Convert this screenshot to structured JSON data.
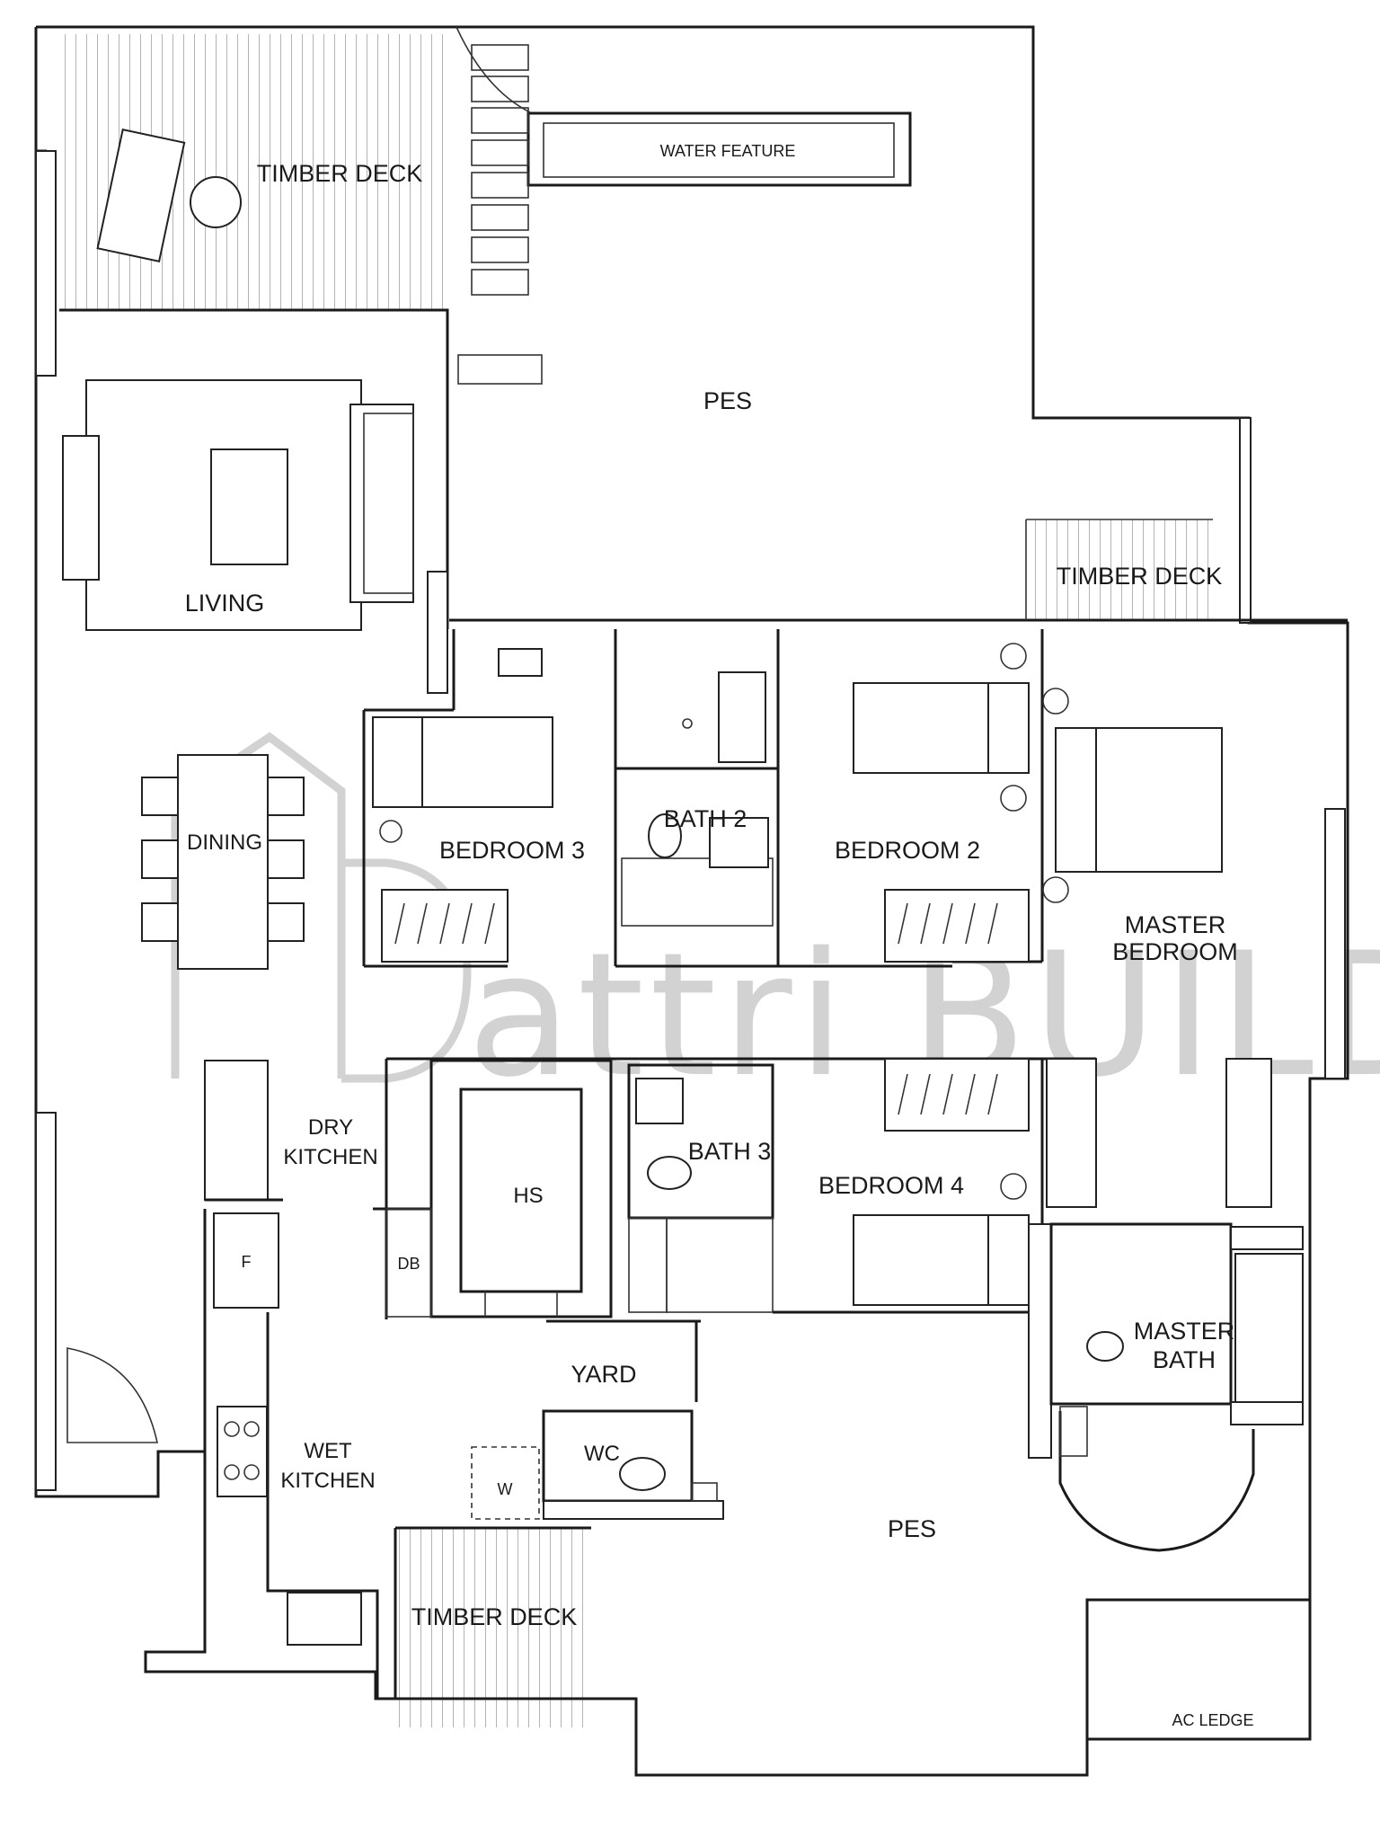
{
  "watermark": {
    "text": "attri BUILD"
  },
  "rooms": {
    "timber_deck_top": "TIMBER DECK",
    "water_feature": "WATER FEATURE",
    "pes_top": "PES",
    "timber_deck_right": "TIMBER DECK",
    "living": "LIVING",
    "dining": "DINING",
    "bedroom_3": "BEDROOM 3",
    "bath_2": "BATH 2",
    "bedroom_2": "BEDROOM 2",
    "master_bedroom_1": "MASTER",
    "master_bedroom_2": "BEDROOM",
    "dry_kitchen_1": "DRY",
    "dry_kitchen_2": "KITCHEN",
    "hs": "HS",
    "db": "DB",
    "bath_3": "BATH 3",
    "bedroom_4": "BEDROOM 4",
    "fridge": "F",
    "master_bath_1": "MASTER",
    "master_bath_2": "BATH",
    "yard": "YARD",
    "wet_kitchen_1": "WET",
    "wet_kitchen_2": "KITCHEN",
    "wc": "WC",
    "washer": "W",
    "pes_bottom": "PES",
    "timber_deck_bottom": "TIMBER DECK",
    "ac_ledge": "AC LEDGE"
  }
}
